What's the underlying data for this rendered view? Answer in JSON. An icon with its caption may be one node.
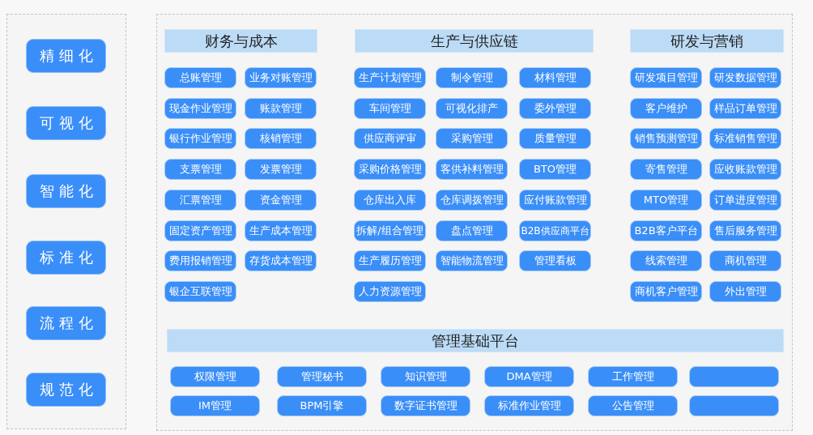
{
  "diagram": {
    "nodes": [
      {
        "text": [],
        "shape": "box"
      },
      {
        "text": [
          "精细化"
        ],
        "in": 0
      },
      {
        "text": [
          "可视化"
        ],
        "in": 0
      },
      {
        "text": [
          "智能化"
        ],
        "in": 0
      },
      {
        "text": [
          "标准化"
        ],
        "in": 0
      },
      {
        "text": [
          "流程化"
        ],
        "in": 0
      },
      {
        "text": [
          "规范化"
        ],
        "in": 0
      },
      {
        "text": [],
        "shape": "box"
      },
      {
        "text": [
          "财务与成本"
        ],
        "in": 7
      },
      {
        "text": [
          "总账管理"
        ],
        "in": 7
      },
      {
        "text": [
          "业务对账管理"
        ],
        "in": 7
      },
      {
        "text": [
          "现金作业管理"
        ],
        "in": 7
      },
      {
        "text": [
          "账款管理"
        ],
        "in": 7
      },
      {
        "text": [
          "银行作业管理"
        ],
        "in": 7
      },
      {
        "text": [
          "核销管理"
        ],
        "in": 7
      },
      {
        "text": [
          "支票管理"
        ],
        "in": 7
      },
      {
        "text": [
          "发票管理"
        ],
        "in": 7
      },
      {
        "text": [
          "汇票管理"
        ],
        "in": 7
      },
      {
        "text": [
          "资金管理"
        ],
        "in": 7
      },
      {
        "text": [
          "固定资产管理"
        ],
        "in": 7
      },
      {
        "text": [
          "生产成本管理"
        ],
        "in": 7
      },
      {
        "text": [
          "费用报销管理"
        ],
        "in": 7
      },
      {
        "text": [
          "存货成本管理"
        ],
        "in": 7
      },
      {
        "text": [
          "银企互联管理"
        ],
        "in": 7
      },
      {
        "text": [
          "生产与供应链"
        ],
        "in": 7
      },
      {
        "text": [
          "生产计划管理"
        ],
        "in": 7
      },
      {
        "text": [
          "制令管理"
        ],
        "in": 7
      },
      {
        "text": [
          "材料管理"
        ],
        "in": 7
      },
      {
        "text": [
          "车间管理"
        ],
        "in": 7
      },
      {
        "text": [
          "可视化排产"
        ],
        "in": 7
      },
      {
        "text": [
          "委外管理"
        ],
        "in": 7
      },
      {
        "text": [
          "供应商评审"
        ],
        "in": 7
      },
      {
        "text": [
          "采购管理"
        ],
        "in": 7
      },
      {
        "text": [
          "质量管理"
        ],
        "in": 7
      },
      {
        "text": [
          "采购价格管理"
        ],
        "in": 7
      },
      {
        "text": [
          "客供补料管理"
        ],
        "in": 7
      },
      {
        "text": [
          "BTO管理"
        ],
        "in": 7
      },
      {
        "text": [
          "仓库出入库"
        ],
        "in": 7
      },
      {
        "text": [
          "仓库调拨管理"
        ],
        "in": 7
      },
      {
        "text": [
          "应付账款管理"
        ],
        "in": 7
      },
      {
        "text": [
          "拆解/组合管理"
        ],
        "in": 7
      },
      {
        "text": [
          "盘点管理"
        ],
        "in": 7
      },
      {
        "text": [
          "B2B供应商平台"
        ],
        "in": 7
      },
      {
        "text": [
          "生产履历管理"
        ],
        "in": 7
      },
      {
        "text": [
          "智能物流管理"
        ],
        "in": 7
      },
      {
        "text": [
          "管理看板"
        ],
        "in": 7
      },
      {
        "text": [
          "人力资源管理"
        ],
        "in": 7
      },
      {
        "text": [
          "研发与营销"
        ],
        "in": 7
      },
      {
        "text": [
          "研发项目管理"
        ],
        "in": 7
      },
      {
        "text": [
          "研发数据管理"
        ],
        "in": 7
      },
      {
        "text": [
          "客户维护"
        ],
        "in": 7
      },
      {
        "text": [
          "样品订单管理"
        ],
        "in": 7
      },
      {
        "text": [
          "销售预测管理"
        ],
        "in": 7
      },
      {
        "text": [
          "标准销售管理"
        ],
        "in": 7
      },
      {
        "text": [
          "寄售管理"
        ],
        "in": 7
      },
      {
        "text": [
          "应收账款管理"
        ],
        "in": 7
      },
      {
        "text": [
          "MTO管理"
        ],
        "in": 7
      },
      {
        "text": [
          "订单进度管理"
        ],
        "in": 7
      },
      {
        "text": [
          "B2B客户平台"
        ],
        "in": 7
      },
      {
        "text": [
          "售后服务管理"
        ],
        "in": 7
      },
      {
        "text": [
          "线索管理"
        ],
        "in": 7
      },
      {
        "text": [
          "商机管理"
        ],
        "in": 7
      },
      {
        "text": [
          "商机客户管理"
        ],
        "in": 7
      },
      {
        "text": [
          "外出管理"
        ],
        "in": 7
      },
      {
        "text": [
          "管理基础平台"
        ],
        "in": 7
      },
      {
        "text": [
          "权限管理"
        ],
        "in": 7
      },
      {
        "text": [
          "管理秘书"
        ],
        "in": 7
      },
      {
        "text": [
          "知识管理"
        ],
        "in": 7
      },
      {
        "text": [
          "DMA管理"
        ],
        "in": 7
      },
      {
        "text": [
          "工作管理"
        ],
        "in": 7
      },
      {
        "text": [],
        "shape": "box",
        "in": 7
      },
      {
        "text": [
          "IM管理"
        ],
        "in": 7
      },
      {
        "text": [
          "BPM引擎"
        ],
        "in": 7
      },
      {
        "text": [
          "数字证书管理"
        ],
        "in": 7
      },
      {
        "text": [
          "标准作业管理"
        ],
        "in": 7
      },
      {
        "text": [
          "公告管理"
        ],
        "in": 7
      },
      {
        "text": [],
        "shape": "box",
        "in": 7
      }
    ]
  }
}
